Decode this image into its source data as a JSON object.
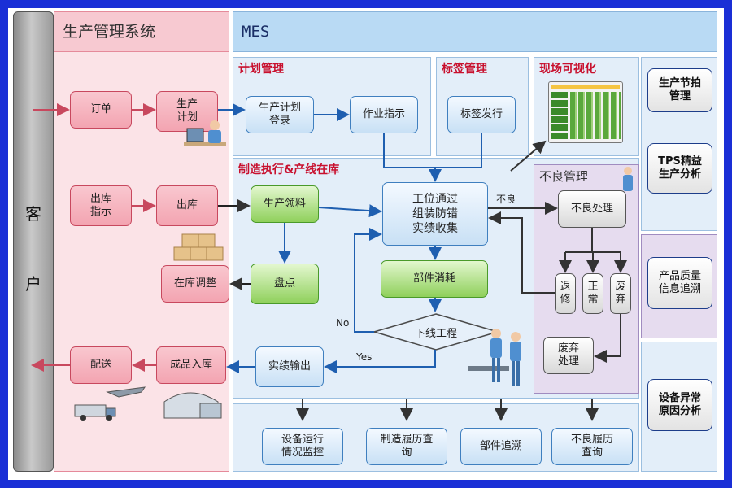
{
  "client": {
    "char1": "客",
    "char2": "户"
  },
  "production": {
    "title": "生产管理系统",
    "order": "订单",
    "plan": "生产\n计划",
    "outbound_instr": "出库\n指示",
    "outbound": "出库",
    "inventory_adjust": "在库调整",
    "delivery": "配送",
    "finished_inbound": "成品入库"
  },
  "mes": {
    "title": "MES",
    "plan_mgmt": {
      "title": "计划管理",
      "plan_register": "生产计划\n登录",
      "work_instr": "作业指示"
    },
    "label_mgmt": {
      "title": "标签管理",
      "label_issue": "标签发行"
    },
    "onsite": {
      "title": "现场可视化"
    },
    "exec": {
      "title": "制造执行&产线在库",
      "material_pick": "生产领料",
      "station": "工位通过\n组装防错\n实绩收集",
      "stocktake": "盘点",
      "part_consume": "部件消耗",
      "offline": "下线工程",
      "result_output": "实绩输出",
      "no_label": "No",
      "yes_label": "Yes"
    },
    "defect": {
      "title": "不良管理",
      "ng_label": "不良",
      "defect_handle": "不良处理",
      "repair": "返\n修",
      "normal": "正\n常",
      "scrap": "废\n弃",
      "scrap_handle": "废弃\n处理"
    },
    "bottom": {
      "equip_monitor": "设备运行\n情况监控",
      "mfg_history": "制造履历查\n询",
      "part_trace": "部件追溯",
      "defect_history": "不良履历\n查询"
    }
  },
  "right": {
    "takt": "生产节拍\n管理",
    "tps": "TPS精益\n生产分析",
    "quality": "产品质量\n信息追溯",
    "equip_fault": "设备异常\n原因分析"
  },
  "colors": {
    "frame": "#1a2fd6",
    "accent_red": "#c8102e",
    "arrow_blue": "#1f5fb0",
    "arrow_red": "#c8485e"
  }
}
